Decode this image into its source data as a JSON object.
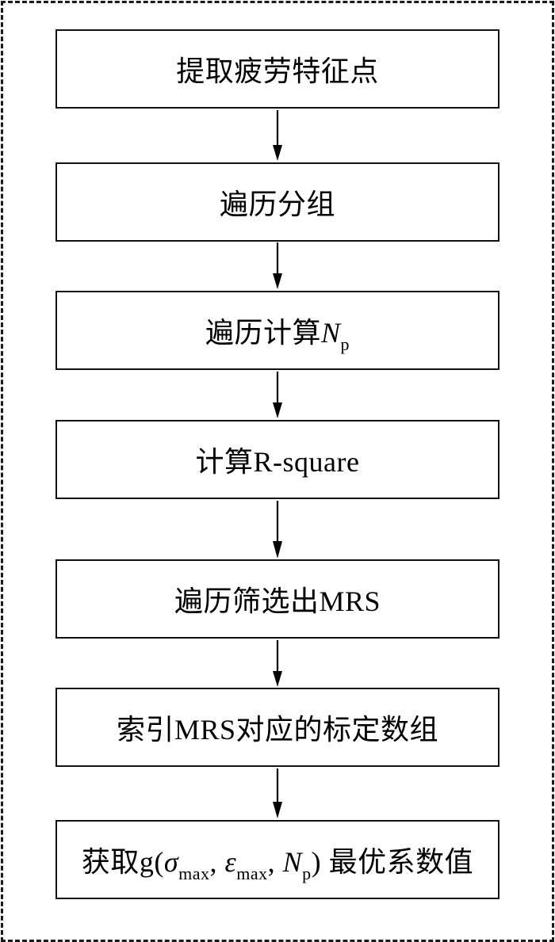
{
  "diagram": {
    "type": "flowchart",
    "direction": "top-to-bottom",
    "border_style": "dashed",
    "steps": [
      {
        "id": 1,
        "text": "提取疲劳特征点"
      },
      {
        "id": 2,
        "text": "遍历分组"
      },
      {
        "id": 3,
        "text": "遍历计算",
        "var": "N",
        "sub": "p"
      },
      {
        "id": 4,
        "text": "计算R-square"
      },
      {
        "id": 5,
        "text": "遍历筛选出MRS"
      },
      {
        "id": 6,
        "text": "索引MRS对应的标定数组"
      },
      {
        "id": 7,
        "prefix": "获取g(",
        "sym1": "σ",
        "sub1": "max",
        "sep1": ", ",
        "sym2": "ε",
        "sub2": "max",
        "sep2": ", ",
        "sym3": "N",
        "sub3": "p",
        "suffix": ") 最优系数值"
      }
    ],
    "edges": [
      {
        "from": 1,
        "to": 2
      },
      {
        "from": 2,
        "to": 3
      },
      {
        "from": 3,
        "to": 4
      },
      {
        "from": 4,
        "to": 5
      },
      {
        "from": 5,
        "to": 6
      },
      {
        "from": 6,
        "to": 7
      }
    ]
  }
}
